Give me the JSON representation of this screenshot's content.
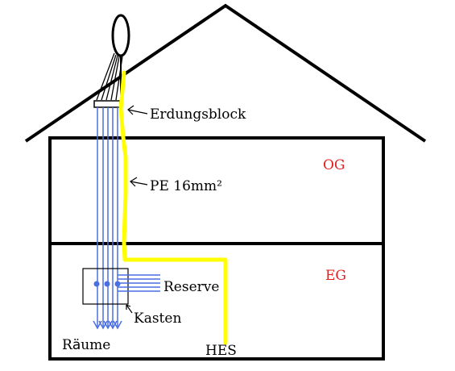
{
  "diagram": {
    "labels": {
      "erdungsblock": "Erdungsblock",
      "og": "OG",
      "pe": "PE 16mm²",
      "eg": "EG",
      "reserve": "Reserve",
      "kasten": "Kasten",
      "raeume_prefix": "R",
      "raeume_umlaut": "ä",
      "raeume_suffix": "ume",
      "hes": "HES"
    },
    "colors": {
      "outline": "#000000",
      "conductor_pe": "#ffff00",
      "wires": "#4a6fe0",
      "floor_label": "#e02020"
    }
  }
}
